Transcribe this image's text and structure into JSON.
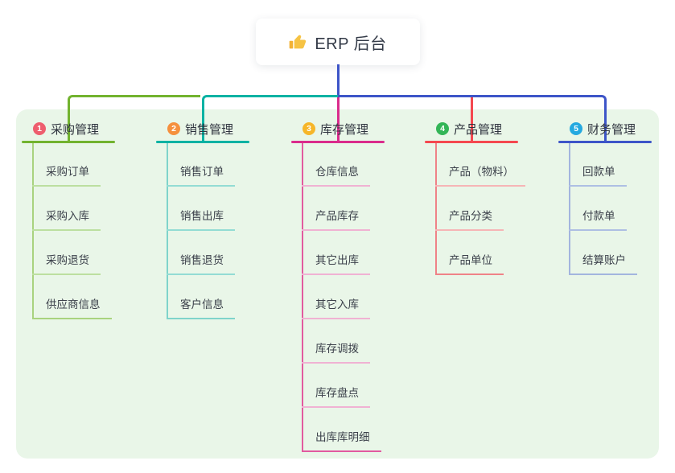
{
  "root": {
    "title": "ERP 后台",
    "icon": "thumbs-up-icon",
    "icon_color": "#f6c344"
  },
  "canvas": {
    "bg": "#ffffff",
    "panel_bg": "#e9f6e8",
    "trunk_blue": "#3d55c8"
  },
  "branches": [
    {
      "num": "1",
      "label": "采购管理",
      "badge_color": "#ee5e6e",
      "accent": "#72b32f",
      "rail_color": "#a9d37f",
      "light_color": "#bcdfa0",
      "children": [
        "采购订单",
        "采购入库",
        "采购退货",
        "供应商信息"
      ]
    },
    {
      "num": "2",
      "label": "销售管理",
      "badge_color": "#f5903d",
      "accent": "#00b2a3",
      "rail_color": "#7fd4cb",
      "light_color": "#93dcd4",
      "children": [
        "销售订单",
        "销售出库",
        "销售退货",
        "客户信息"
      ]
    },
    {
      "num": "3",
      "label": "库存管理",
      "badge_color": "#f6b629",
      "accent": "#da2c8c",
      "rail_color": "#e25a9f",
      "light_color": "#f0b2d3",
      "children": [
        "仓库信息",
        "产品库存",
        "其它出库",
        "其它入库",
        "库存调拨",
        "库存盘点",
        "出库库明细"
      ]
    },
    {
      "num": "4",
      "label": "产品管理",
      "badge_color": "#33b557",
      "accent": "#f4484f",
      "rail_color": "#ef8287",
      "light_color": "#f6b5b6",
      "children": [
        "产品（物料）",
        "产品分类",
        "产品单位"
      ]
    },
    {
      "num": "5",
      "label": "财务管理",
      "badge_color": "#25a9e0",
      "accent": "#3d55c8",
      "rail_color": "#a3b5de",
      "light_color": "#aebfe3",
      "children": [
        "回款单",
        "付款单",
        "结算账户"
      ]
    }
  ]
}
